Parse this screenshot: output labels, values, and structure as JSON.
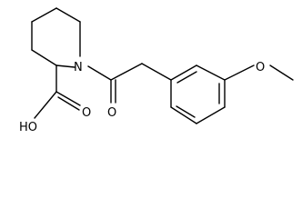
{
  "molecule": {
    "labels": {
      "nitrogen": "N",
      "ketone_oxygen": "O",
      "carboxylic_acid": "HO",
      "acid_carbonyl_oxygen": "O",
      "methoxy_oxygen": "O"
    },
    "colors": {
      "bond": "#000000",
      "label": "#000000",
      "background": "#ffffff"
    }
  }
}
